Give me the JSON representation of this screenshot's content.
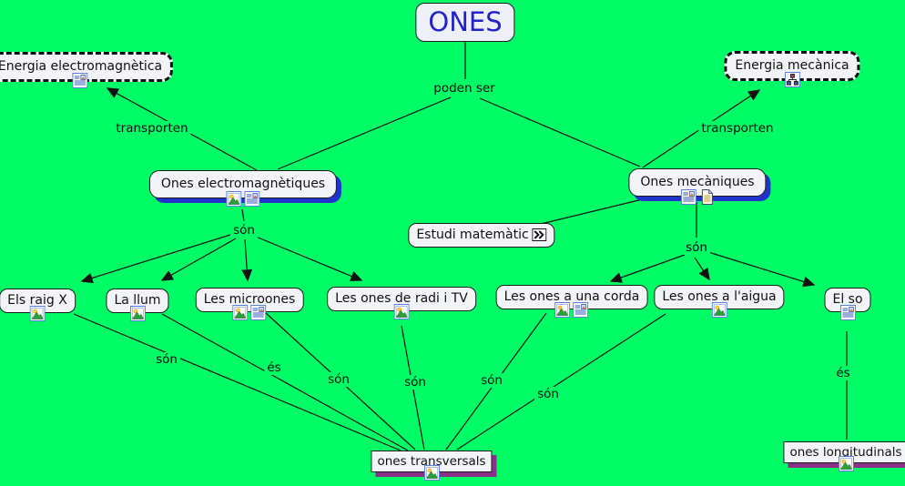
{
  "colors": {
    "background": "#00FD65",
    "title_text": "#2222CC",
    "node_shadow_blue": "#2233CC",
    "node_shadow_purple": "#8B2F8B",
    "line": "#111111"
  },
  "title_node": {
    "label": "ONES"
  },
  "nodes": {
    "energia_electromagnetica": {
      "label": "Energia electromagnètica",
      "icons": [
        "doc-image-icon"
      ]
    },
    "energia_mecanica": {
      "label": "Energia mecànica",
      "icons": [
        "hierarchy-icon"
      ]
    },
    "ones_electromagnetiques": {
      "label": "Ones electromagnètiques",
      "icons": [
        "image-icon",
        "doc-image-icon"
      ]
    },
    "ones_mecaniques": {
      "label": "Ones mecàniques",
      "icons": [
        "doc-image-icon",
        "doc-text-icon"
      ]
    },
    "estudi_matematic": {
      "label": "Estudi matemàtic",
      "icons": [
        "double-chevron-icon"
      ]
    },
    "els_raig_x": {
      "label": "Els raig X",
      "icons": [
        "image-icon"
      ]
    },
    "la_llum": {
      "label": "La llum",
      "icons": [
        "image-icon"
      ]
    },
    "les_microones": {
      "label": "Les microones",
      "icons": [
        "image-icon",
        "doc-image-icon"
      ]
    },
    "les_ones_de_radi_i_tv": {
      "label": "Les ones de radi i TV",
      "icons": [
        "image-icon"
      ]
    },
    "les_ones_a_una_corda": {
      "label": "Les ones a una corda",
      "icons": [
        "image-icon",
        "doc-image-icon"
      ]
    },
    "les_ones_a_laigua": {
      "label": "Les ones a l'aigua",
      "icons": [
        "image-icon"
      ]
    },
    "el_so": {
      "label": "El so",
      "icons": [
        "doc-image-icon"
      ]
    },
    "ones_transversals": {
      "label": "ones transversals",
      "icons": [
        "image-icon"
      ]
    },
    "ones_longitudinals": {
      "label": "ones longitudinals",
      "icons": [
        "image-icon"
      ]
    }
  },
  "link_labels": {
    "poden_ser": "poden ser",
    "transporten": "transporten",
    "son": "són",
    "es": "és"
  },
  "connections": [
    {
      "from": "ONES",
      "phrase": "poden ser",
      "to": [
        "Ones electromagnètiques",
        "Ones mecàniques"
      ]
    },
    {
      "from": "Ones electromagnètiques",
      "phrase": "transporten",
      "to": [
        "Energia electromagnètica"
      ]
    },
    {
      "from": "Ones mecàniques",
      "phrase": "transporten",
      "to": [
        "Energia mecànica"
      ]
    },
    {
      "from": "Ones mecàniques",
      "phrase": "",
      "to": [
        "Estudi matemàtic"
      ]
    },
    {
      "from": "Ones electromagnètiques",
      "phrase": "són",
      "to": [
        "Els raig X",
        "La llum",
        "Les microones",
        "Les ones de radi i TV"
      ]
    },
    {
      "from": "Ones mecàniques",
      "phrase": "són",
      "to": [
        "Les ones a una corda",
        "Les ones a l'aigua",
        "El so"
      ]
    },
    {
      "from": "Els raig X",
      "phrase": "són",
      "to": [
        "ones transversals"
      ]
    },
    {
      "from": "La llum",
      "phrase": "és",
      "to": [
        "ones transversals"
      ]
    },
    {
      "from": "Les microones",
      "phrase": "són",
      "to": [
        "ones transversals"
      ]
    },
    {
      "from": "Les ones de radi i TV",
      "phrase": "són",
      "to": [
        "ones transversals"
      ]
    },
    {
      "from": "Les ones a una corda",
      "phrase": "són",
      "to": [
        "ones transversals"
      ]
    },
    {
      "from": "Les ones a l'aigua",
      "phrase": "són",
      "to": [
        "ones transversals"
      ]
    },
    {
      "from": "El so",
      "phrase": "és",
      "to": [
        "ones longitudinals"
      ]
    }
  ]
}
